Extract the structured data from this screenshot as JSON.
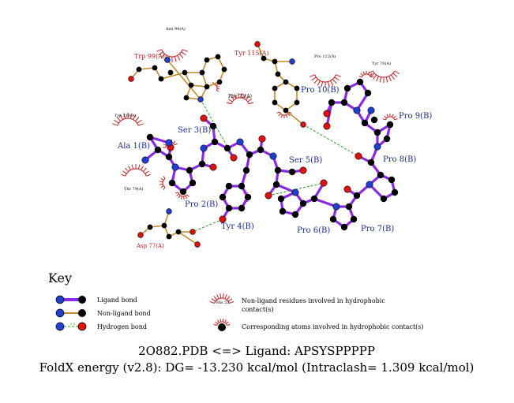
{
  "ligand_residues": [
    {
      "label": "Ala 1(B)"
    },
    {
      "label": "Pro 2(B)"
    },
    {
      "label": "Ser 3(B)"
    },
    {
      "label": "Tyr 4(B)"
    },
    {
      "label": "Ser 5(B)"
    },
    {
      "label": "Pro 6(B)"
    },
    {
      "label": "Pro 7(B)"
    },
    {
      "label": "Pro 8(B)"
    },
    {
      "label": "Pro 9(B)"
    },
    {
      "label": "Pro 10(B)"
    }
  ],
  "protein_residues": [
    {
      "label": "Trp 99(A)"
    },
    {
      "label": "Tyr 115(A)"
    },
    {
      "label": "Asp 77(A)"
    }
  ],
  "hydrophobic_residues": [
    {
      "label": "Asn 94(A)"
    },
    {
      "label": "Phe 72(A)"
    },
    {
      "label": "Pro 112(A)"
    },
    {
      "label": "Tyr 70(A)"
    },
    {
      "label": "Trp 110(A)"
    },
    {
      "label": "Thr 79(A)"
    }
  ],
  "key": {
    "title": "Key",
    "ligand_bond": "Ligand bond",
    "nonligand_bond": "Non-ligand bond",
    "hydrogen_bond": "Hydrogen bond",
    "hbond_length": "3.0",
    "hydrophobic_residues": "Non-ligand residues involved in hydrophobic",
    "hydrophobic_residues_2": "contact(s)",
    "example_residue": "His 53",
    "hydrophobic_atoms": "Corresponding atoms involved in hydrophobic contact(s)"
  },
  "footer": {
    "line1": "2O882.PDB <=> Ligand: APSYSPPPPP",
    "line2": "FoldX energy (v2.8): DG= -13.230 kcal/mol (Intraclash= 1.309 kcal/mol)"
  },
  "colors": {
    "ligand_bond": "#8a2be2",
    "nonligand_bond": "#c08a2a",
    "hbond": "#2e9a2e",
    "carbon": "#000000",
    "nitrogen": "#1f3fd0",
    "oxygen": "#e01010",
    "hydrophobic": "#c42020",
    "ligand_label": "#1a2a8c",
    "protein_label": "#b02020"
  }
}
